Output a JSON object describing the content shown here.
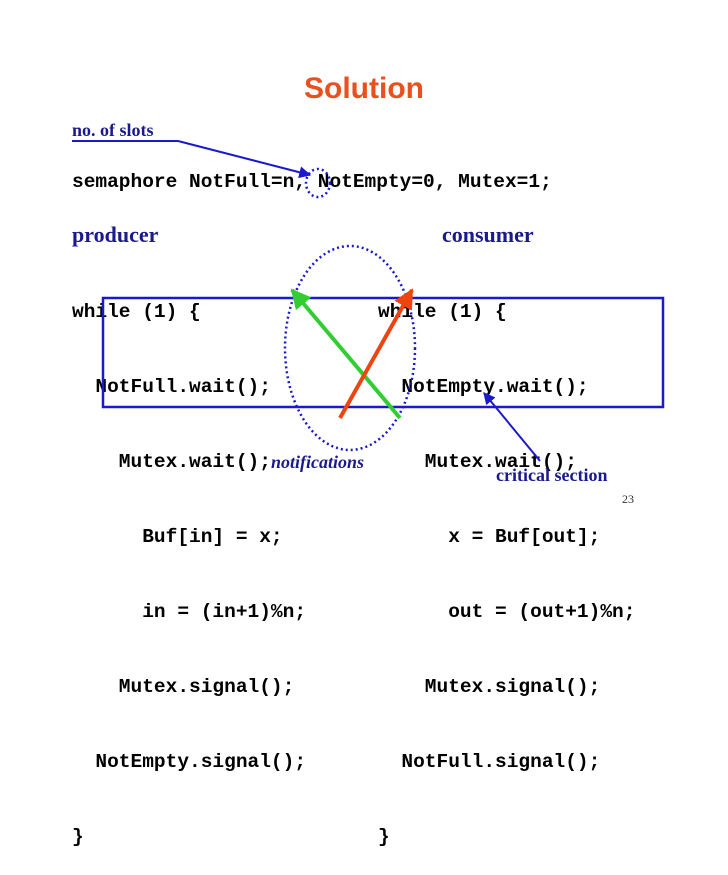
{
  "slide": {
    "title": "Solution",
    "page_number": "23"
  },
  "annotations": {
    "slots_label": "no. of slots",
    "producer_label": "producer",
    "consumer_label": "consumer",
    "notifications_label": "notifications",
    "critical_section_label": "critical section"
  },
  "code": {
    "semaphore_line": "semaphore NotFull=n, NotEmpty=0, Mutex=1;",
    "producer": [
      "while (1) {",
      "  NotFull.wait();",
      "    Mutex.wait();",
      "      Buf[in] = x;",
      "      in = (in+1)%n;",
      "    Mutex.signal();",
      "  NotEmpty.signal();",
      "}"
    ],
    "consumer": [
      "while (1) {",
      "  NotEmpty.wait();",
      "    Mutex.wait();",
      "      x = Buf[out];",
      "      out = (out+1)%n;",
      "    Mutex.signal();",
      "  NotFull.signal();",
      "}"
    ]
  },
  "colors": {
    "title": "#e8501e",
    "annotation": "#1a1a8c",
    "blue_arrow": "#1a1acc",
    "green_arrow": "#33cc33",
    "orange_arrow": "#ee4411",
    "critical_box": "#1a1acc"
  }
}
